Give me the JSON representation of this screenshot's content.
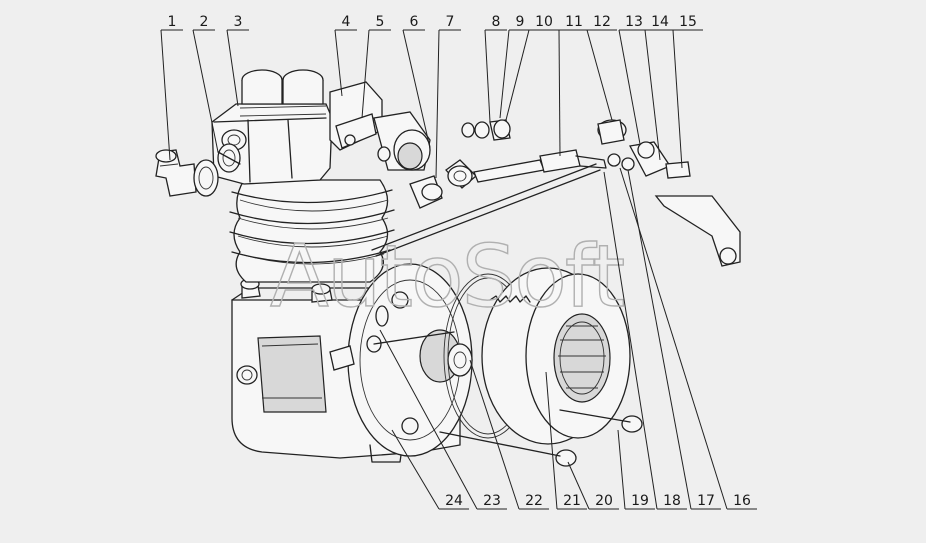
{
  "watermark": "AutoSoft",
  "callouts": [
    {
      "id": "1",
      "label": "1"
    },
    {
      "id": "2",
      "label": "2"
    },
    {
      "id": "3",
      "label": "3"
    },
    {
      "id": "4",
      "label": "4"
    },
    {
      "id": "5",
      "label": "5"
    },
    {
      "id": "6",
      "label": "6"
    },
    {
      "id": "7",
      "label": "7"
    },
    {
      "id": "8",
      "label": "8"
    },
    {
      "id": "9",
      "label": "9"
    },
    {
      "id": "10",
      "label": "10"
    },
    {
      "id": "11",
      "label": "11"
    },
    {
      "id": "12",
      "label": "12"
    },
    {
      "id": "13",
      "label": "13"
    },
    {
      "id": "14",
      "label": "14"
    },
    {
      "id": "15",
      "label": "15"
    },
    {
      "id": "16",
      "label": "16"
    },
    {
      "id": "17",
      "label": "17"
    },
    {
      "id": "18",
      "label": "18"
    },
    {
      "id": "19",
      "label": "19"
    },
    {
      "id": "20",
      "label": "20"
    },
    {
      "id": "21",
      "label": "21"
    },
    {
      "id": "22",
      "label": "22"
    },
    {
      "id": "23",
      "label": "23"
    },
    {
      "id": "24",
      "label": "24"
    }
  ]
}
